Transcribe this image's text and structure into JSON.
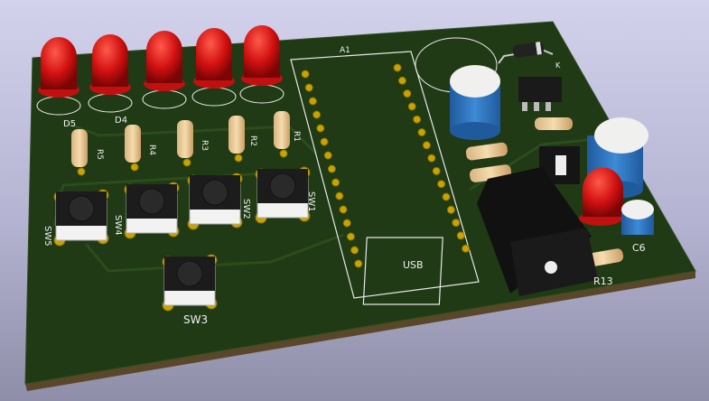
{
  "board": {
    "module_label": "A1",
    "usb_label": "USB",
    "diode_label": "K",
    "leds": [
      "D5",
      "D4"
    ],
    "resistors": [
      "R5",
      "R4",
      "R3",
      "R2",
      "R1"
    ],
    "switches": [
      "SW5",
      "SW4",
      "SW2",
      "SW1",
      "SW3"
    ],
    "right_labels": {
      "resistor": "R13",
      "capacitor": "C6"
    }
  },
  "colors": {
    "pcb": "#1f3a14",
    "edge": "#5a4628",
    "led": "#d01010",
    "cap": "#2a6fb8",
    "pad": "#c9a400"
  }
}
